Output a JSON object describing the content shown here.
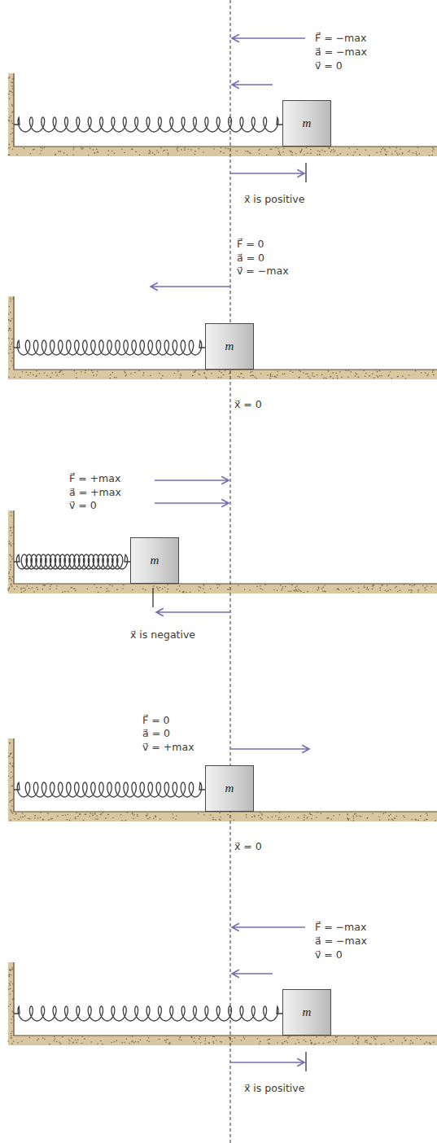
{
  "diagram": {
    "nodes": [
      {
        "text": [
          "m"
        ]
      },
      {
        "text": [
          "m"
        ]
      },
      {
        "text": [
          "m"
        ]
      },
      {
        "text": [
          "m"
        ]
      },
      {
        "text": [
          "m"
        ]
      }
    ],
    "labels": [
      "F⃗ = −max",
      "a⃗ = −max",
      "v⃗ = 0",
      "x⃗ is positive",
      "F⃗ = 0",
      "a⃗ = 0",
      "v⃗ = −max",
      "x⃗ = 0",
      "F⃗ = +max",
      "a⃗ = +max",
      "v⃗ = 0",
      "x⃗ is negative",
      "F⃗ = 0",
      "a⃗ = 0",
      "v⃗ = +max",
      "x⃗ = 0",
      "F⃗ = −max",
      "a⃗ = −max",
      "v⃗ = 0",
      "x⃗ is positive"
    ]
  }
}
